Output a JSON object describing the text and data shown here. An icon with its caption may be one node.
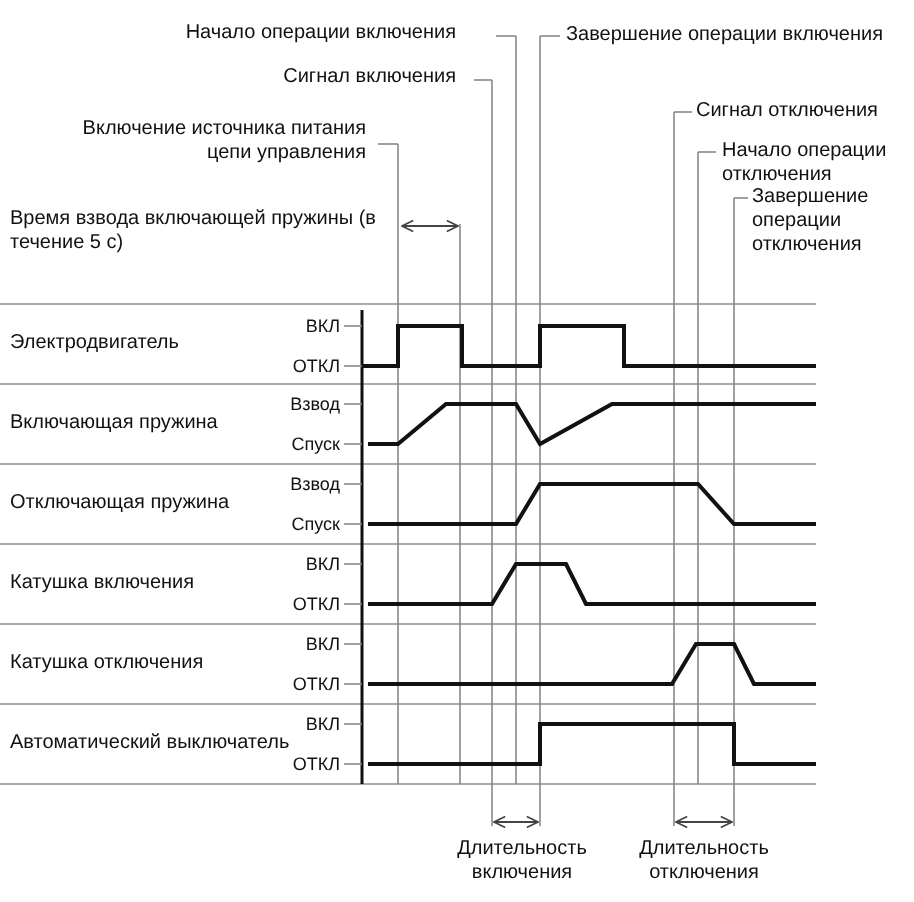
{
  "diagram": {
    "labels": [
      "Начало операции включения",
      "Завершение операции включения",
      "Сигнал включения",
      "Сигнал отключения",
      "Включение источника питания цепи управления",
      "Начало операции отключения",
      "Завершение операции отключения",
      "Время взвода включающей пружины (в течение 5 с)",
      "ВКЛ",
      "Электродвигатель",
      "ОТКЛ",
      "Взвод",
      "Включающая пружина",
      "Спуск",
      "Взвод",
      "Отключающая пружина",
      "Спуск",
      "ВКЛ",
      "Катушка включения",
      "ОТКЛ",
      "ВКЛ",
      "Катушка отключения",
      "ОТКЛ",
      "ВКЛ",
      "Автоматический выключатель",
      "ОТКЛ",
      "Длительность включения",
      "Длительность отключения"
    ]
  }
}
